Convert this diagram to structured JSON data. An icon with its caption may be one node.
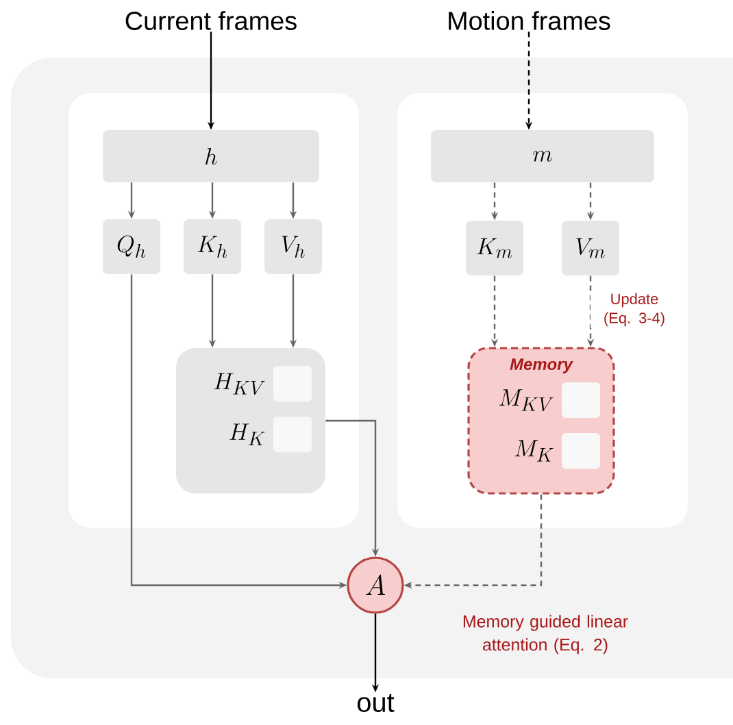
{
  "diagram": {
    "nodes": [
      {
        "text": [
          "Current frames"
        ]
      },
      {
        "text": [
          "Motion frames"
        ]
      },
      {
        "text": [
          "h"
        ]
      },
      {
        "text": [
          "Q_h"
        ]
      },
      {
        "text": [
          "K_h"
        ]
      },
      {
        "text": [
          "V_h"
        ]
      },
      {
        "text": [
          "m"
        ]
      },
      {
        "text": [
          "K_m"
        ]
      },
      {
        "text": [
          "V_m"
        ]
      },
      {
        "text": [
          "H_{KV}",
          "H_K"
        ]
      },
      {
        "text": [
          "Memory",
          "M_{KV}",
          "M_K"
        ]
      },
      {
        "text": [
          "A"
        ],
        "beside": [
          "Memory guided linear attention (Eq. 2)"
        ]
      },
      {
        "text": [
          "\\mathrm{out}"
        ]
      }
    ],
    "edges": [
      {
        "from": 0,
        "to": 2,
        "arrow": "to",
        "color": "#000000"
      },
      {
        "from": 1,
        "to": 6,
        "arrow": "to",
        "style": "dashed",
        "color": "#000000"
      },
      {
        "from": 2,
        "to": 3,
        "arrow": "to"
      },
      {
        "from": 2,
        "to": 4,
        "arrow": "to"
      },
      {
        "from": 2,
        "to": 5,
        "arrow": "to"
      },
      {
        "from": 6,
        "to": 7,
        "arrow": "to",
        "style": "dashed"
      },
      {
        "from": 6,
        "to": 8,
        "arrow": "to",
        "style": "dashed"
      },
      {
        "from": 4,
        "to": 9,
        "arrow": "to"
      },
      {
        "from": 5,
        "to": 9,
        "arrow": "to"
      },
      {
        "from": 7,
        "to": 10,
        "arrow": "to",
        "style": "dashed"
      },
      {
        "from": 8,
        "to": 10,
        "arrow": "to",
        "style": "dashed",
        "label": "Update (Eq. 3-4)"
      },
      {
        "from": 3,
        "to": 11,
        "arrow": "to"
      },
      {
        "from": 9,
        "to": 11,
        "arrow": "to"
      },
      {
        "from": 10,
        "to": 11,
        "arrow": "to",
        "style": "dashed"
      },
      {
        "from": 11,
        "to": 12,
        "arrow": "to",
        "color": "#000000"
      }
    ]
  }
}
